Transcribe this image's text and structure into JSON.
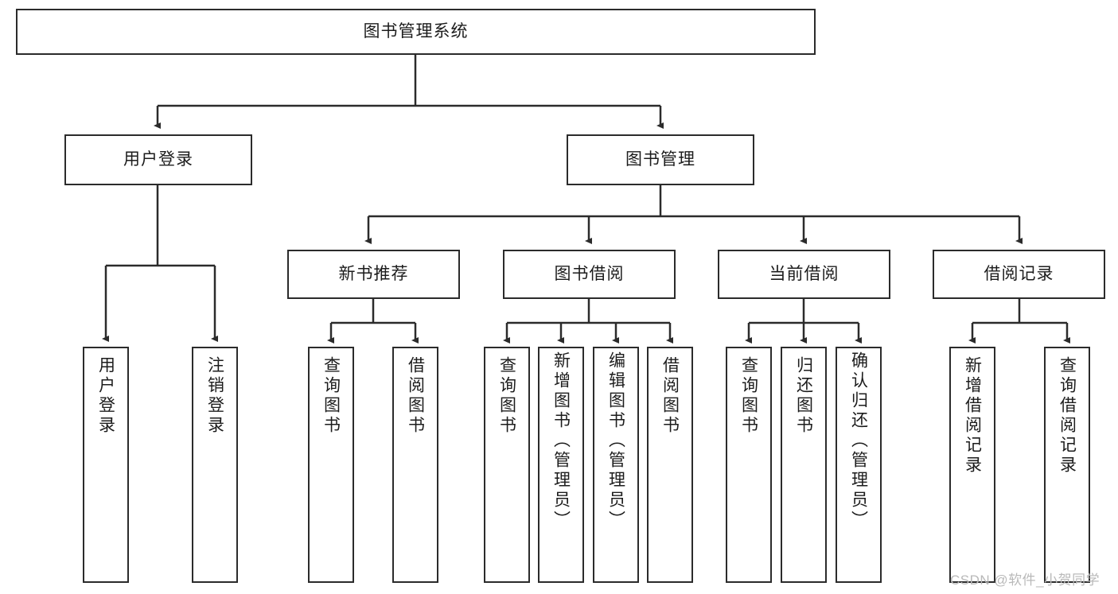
{
  "diagram": {
    "type": "tree-hierarchy-chart",
    "title": "图书管理系统",
    "accent_color": "#2b2b2b",
    "background_color": "#ffffff",
    "levels": {
      "root": {
        "label": "图书管理系统",
        "orientation": "horizontal"
      },
      "level1": [
        {
          "id": "user-login",
          "label": "用户登录",
          "orientation": "horizontal"
        },
        {
          "id": "book-management",
          "label": "图书管理",
          "orientation": "horizontal"
        }
      ],
      "level2": [
        {
          "id": "new-book-recommend",
          "label": "新书推荐",
          "parent": "book-management",
          "orientation": "horizontal"
        },
        {
          "id": "book-borrow",
          "label": "图书借阅",
          "parent": "book-management",
          "orientation": "horizontal"
        },
        {
          "id": "current-borrow",
          "label": "当前借阅",
          "parent": "book-management",
          "orientation": "horizontal"
        },
        {
          "id": "borrow-record",
          "label": "借阅记录",
          "parent": "book-management",
          "orientation": "horizontal"
        }
      ],
      "leaves": [
        {
          "id": "leaf-user-login",
          "label": "用户登录",
          "parent": "user-login",
          "orientation": "vertical"
        },
        {
          "id": "leaf-logout",
          "label": "注销登录",
          "parent": "user-login",
          "orientation": "vertical"
        },
        {
          "id": "leaf-query-book-1",
          "label": "查询图书",
          "parent": "new-book-recommend",
          "orientation": "vertical"
        },
        {
          "id": "leaf-borrow-book-1",
          "label": "借阅图书",
          "parent": "new-book-recommend",
          "orientation": "vertical"
        },
        {
          "id": "leaf-query-book-2",
          "label": "查询图书",
          "parent": "book-borrow",
          "orientation": "vertical"
        },
        {
          "id": "leaf-add-book",
          "label": "新增图书（管理员）",
          "parent": "book-borrow",
          "orientation": "vertical"
        },
        {
          "id": "leaf-edit-book",
          "label": "编辑图书（管理员）",
          "parent": "book-borrow",
          "orientation": "vertical"
        },
        {
          "id": "leaf-borrow-book-2",
          "label": "借阅图书",
          "parent": "book-borrow",
          "orientation": "vertical"
        },
        {
          "id": "leaf-query-book-3",
          "label": "查询图书",
          "parent": "current-borrow",
          "orientation": "vertical"
        },
        {
          "id": "leaf-return-book",
          "label": "归还图书",
          "parent": "current-borrow",
          "orientation": "vertical"
        },
        {
          "id": "leaf-confirm-return",
          "label": "确认归还（管理员）",
          "parent": "current-borrow",
          "orientation": "vertical"
        },
        {
          "id": "leaf-add-record",
          "label": "新增借阅记录",
          "parent": "borrow-record",
          "orientation": "vertical"
        },
        {
          "id": "leaf-query-record",
          "label": "查询借阅记录",
          "parent": "borrow-record",
          "orientation": "vertical"
        }
      ]
    },
    "watermark": "CSDN @软件_小贺同学"
  }
}
